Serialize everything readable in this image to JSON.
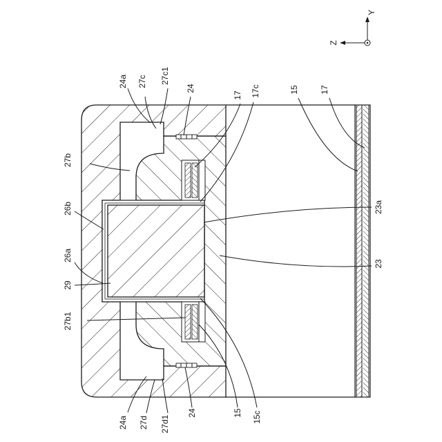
{
  "axes": {
    "y": "Y",
    "z": "Z"
  },
  "labels": {
    "l24a_top": "24a",
    "l27c": "27c",
    "l27c1": "27c1",
    "l24_top": "24",
    "l17_mid": "17",
    "l17c": "17c",
    "l15_top": "15",
    "l17_right": "17",
    "l27b": "27b",
    "l26b": "26b",
    "l26a": "26a",
    "l29": "29",
    "l27b1": "27b1",
    "l23a": "23a",
    "l23": "23",
    "l24a_bot": "24a",
    "l27d": "27d",
    "l27d1": "27d1",
    "l24_bot": "24",
    "l15_bot": "15",
    "l15c": "15c"
  },
  "colors": {
    "line": "#1a1a1a",
    "background": "#ffffff"
  }
}
